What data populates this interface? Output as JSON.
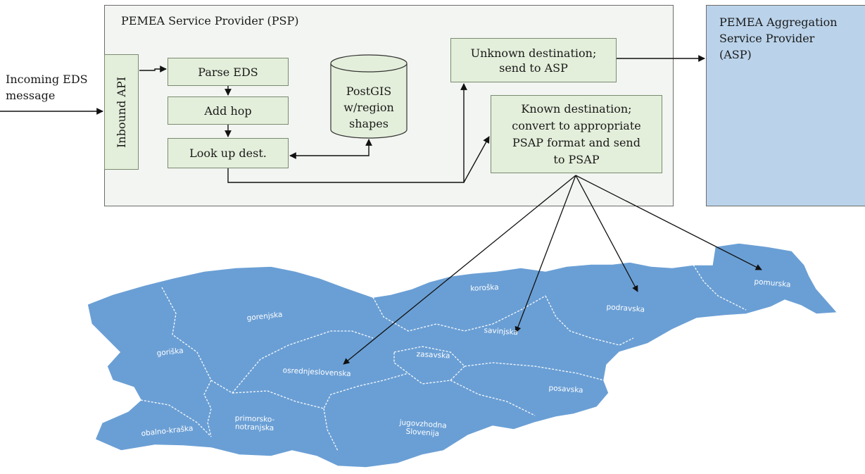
{
  "psp": {
    "title": "PEMEA Service Provider (PSP)"
  },
  "asp": {
    "title": "PEMEA Aggregation\nService Provider\n(ASP)"
  },
  "incoming": {
    "label": "Incoming EDS\nmessage"
  },
  "inbound_api": {
    "label": "Inbound API"
  },
  "steps": {
    "parse": "Parse EDS",
    "add_hop": "Add hop",
    "lookup": "Look up dest."
  },
  "database": {
    "label": "PostGIS\nw/region\nshapes",
    "icon": "cylinder-database-icon"
  },
  "unknown_destination": {
    "label": "Unknown destination;\nsend to ASP"
  },
  "known_destination": {
    "label": "Known destination;\nconvert to appropriate\nPSAP format and send\nto PSAP"
  },
  "map": {
    "fill_color": "#6a9fd5",
    "regions": {
      "gorenjska": "gorenjska",
      "goriska": "goriška",
      "koroska": "koroška",
      "savinjska": "savinjska",
      "podravska": "podravska",
      "pomurska": "pomurska",
      "zasavska": "zasavska",
      "osrednjeslovenska": "osrednjeslovenska",
      "posavska": "posavska",
      "primorsko_notranjska": "primorsko-\nnotranjska",
      "jugovzhodna": "jugovzhodna\nSlovenija",
      "obalno_kraska": "obalno-kraška"
    }
  },
  "colors": {
    "box_fill": "#e4efdb",
    "psp_fill": "#f2f5f1",
    "asp_fill": "#bad3ea",
    "map_blue": "#6a9fd5"
  }
}
